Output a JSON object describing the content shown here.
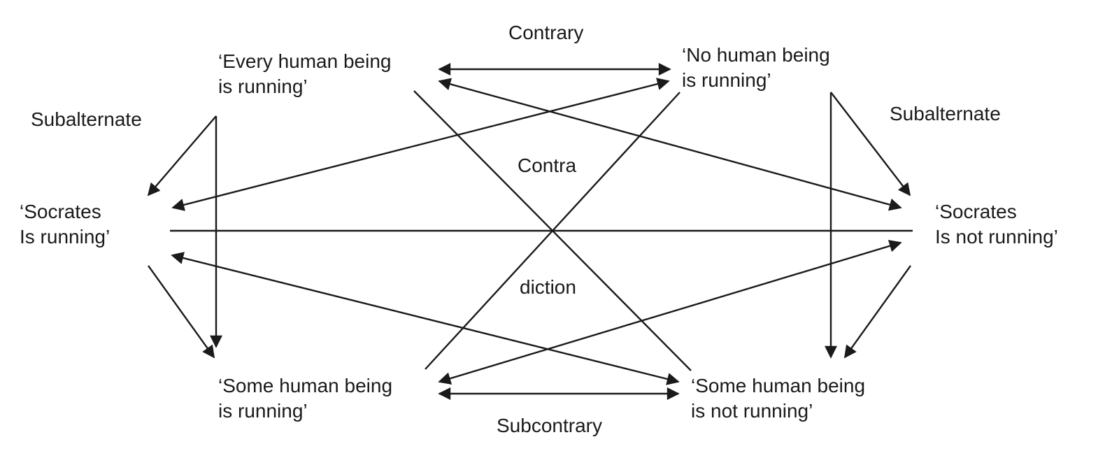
{
  "propositions": {
    "every_running": {
      "line1": "‘Every human being",
      "line2": "is running’"
    },
    "no_running": {
      "line1": "‘No human being",
      "line2": "is running’"
    },
    "socrates_running": {
      "line1": "‘Socrates",
      "line2": "Is running’"
    },
    "socrates_not_running": {
      "line1": "‘Socrates",
      "line2": "Is not running’"
    },
    "some_running": {
      "line1": "‘Some human being",
      "line2": "is running’"
    },
    "some_not_running": {
      "line1": "‘Some human being",
      "line2": "is not running’"
    }
  },
  "relations": {
    "contrary": "Contrary",
    "subalternate_left": "Subalternate",
    "subalternate_right": "Subalternate",
    "contradiction_part1": "Contra",
    "contradiction_part2": "diction",
    "subcontrary": "Subcontrary"
  },
  "colors": {
    "ink": "#1a1a1a",
    "background": "#ffffff"
  }
}
